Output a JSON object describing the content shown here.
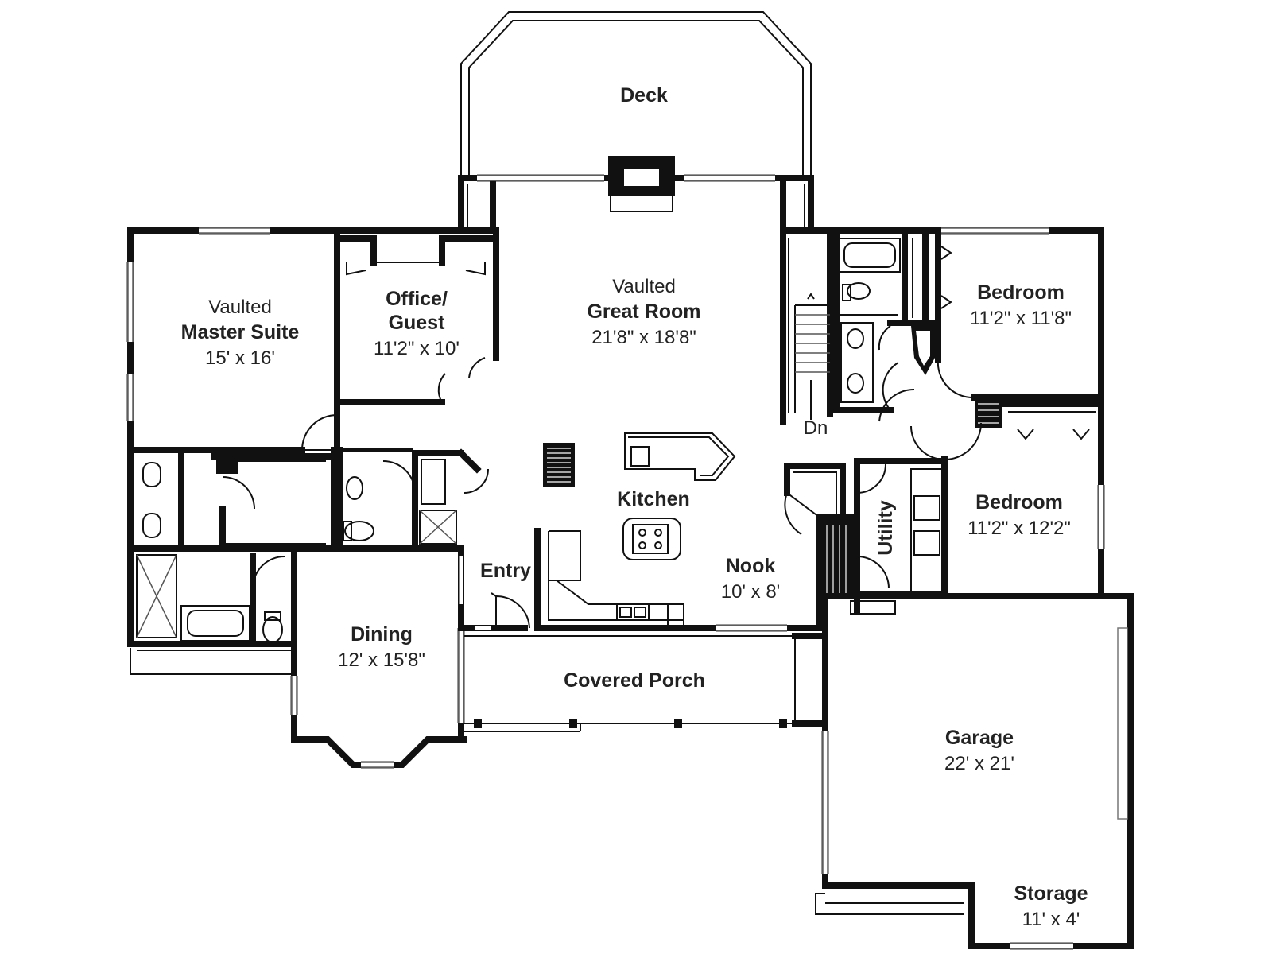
{
  "plan": {
    "deck": {
      "name": "Deck"
    },
    "great_room": {
      "prefix": "Vaulted",
      "name": "Great Room",
      "dims": "21'8\" x 18'8\""
    },
    "master_suite": {
      "prefix": "Vaulted",
      "name": "Master Suite",
      "dims": "15' x 16'"
    },
    "office": {
      "name_line1": "Office/",
      "name_line2": "Guest",
      "dims": "11'2\" x 10'"
    },
    "bedroom_upper": {
      "name": "Bedroom",
      "dims": "11'2\" x 11'8\""
    },
    "bedroom_lower": {
      "name": "Bedroom",
      "dims": "11'2\" x 12'2\""
    },
    "stairs": {
      "label": "Dn"
    },
    "kitchen": {
      "name": "Kitchen"
    },
    "entry": {
      "name": "Entry"
    },
    "nook": {
      "name": "Nook",
      "dims": "10' x 8'"
    },
    "utility": {
      "name": "Utility"
    },
    "dining": {
      "name": "Dining",
      "dims": "12' x 15'8\""
    },
    "porch": {
      "name": "Covered Porch"
    },
    "garage": {
      "name": "Garage",
      "dims": "22' x 21'"
    },
    "storage": {
      "name": "Storage",
      "dims": "11' x 4'"
    }
  },
  "colors": {
    "wall": "#111111",
    "background": "#ffffff",
    "label": "#222222"
  }
}
